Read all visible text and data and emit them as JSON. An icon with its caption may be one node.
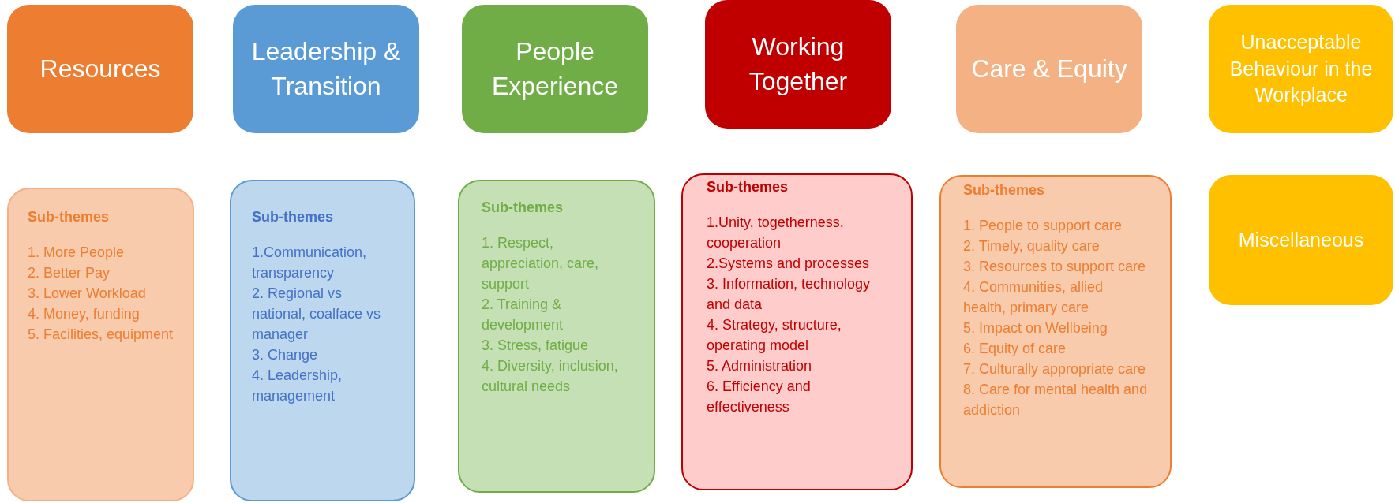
{
  "diagram": {
    "nodes": [
      {
        "text": [
          "Resources"
        ]
      },
      {
        "text": [
          "Leadership & Transition"
        ]
      },
      {
        "text": [
          "People Experience"
        ]
      },
      {
        "text": [
          "Working Together"
        ]
      },
      {
        "text": [
          "Care & Equity"
        ]
      },
      {
        "text": [
          "Unacceptable Behaviour in the Workplace"
        ]
      },
      {
        "text": [
          "Sub-themes",
          "1. More People",
          "2. Better Pay",
          "3. Lower Workload",
          "4. Money, funding",
          "5. Facilities, equipment"
        ]
      },
      {
        "text": [
          "Sub-themes",
          "1.Communication, transparency",
          "2. Regional vs national, coalface vs manager",
          "3. Change",
          "4. Leadership, management"
        ]
      },
      {
        "text": [
          "Sub-themes",
          "1. Respect, appreciation, care, support",
          "2. Training & development",
          "3. Stress, fatigue",
          "4. Diversity, inclusion, cultural needs"
        ]
      },
      {
        "text": [
          "Sub-themes",
          "1.Unity, togetherness, cooperation",
          "2.Systems and processes",
          "3. Information, technology and data",
          "4. Strategy, structure, operating model",
          "5. Administration",
          "6. Efficiency and effectiveness"
        ]
      },
      {
        "text": [
          "Sub-themes",
          "1. People to support care",
          "2. Timely, quality care",
          "3. Resources to support care",
          "4. Communities, allied health, primary care",
          "5. Impact on Wellbeing",
          "6. Equity of care",
          "7. Culturally appropriate care",
          "8. Care for mental health and addiction"
        ]
      },
      {
        "text": [
          "Miscellaneous"
        ]
      }
    ],
    "edges": []
  }
}
